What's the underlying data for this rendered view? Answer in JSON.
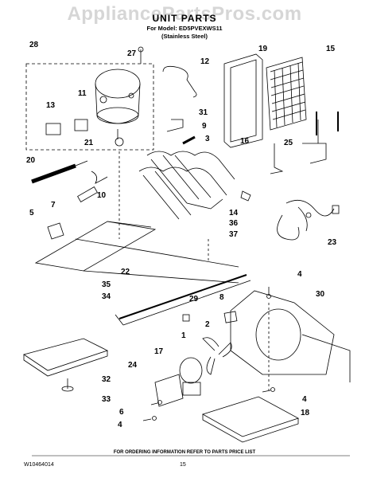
{
  "watermark": "AppliancePartsPros.com",
  "header": {
    "title": "UNIT PARTS",
    "model_line": "For Model: ED5PVEXWS11",
    "finish_line": "(Stainless Steel)"
  },
  "callouts": [
    "28",
    "27",
    "12",
    "19",
    "15",
    "13",
    "11",
    "31",
    "9",
    "3",
    "16",
    "25",
    "21",
    "20",
    "10",
    "7",
    "5",
    "14",
    "36",
    "37",
    "23",
    "22",
    "35",
    "34",
    "29",
    "8",
    "30",
    "4",
    "1",
    "2",
    "17",
    "24",
    "32",
    "33",
    "6",
    "18"
  ],
  "footer": {
    "doc_number": "W10464014",
    "page_number": "15",
    "ordering_note": "FOR ORDERING INFORMATION REFER TO PARTS PRICE LIST"
  },
  "colors": {
    "ink": "#000000",
    "watermark": "#d6d6d6"
  }
}
